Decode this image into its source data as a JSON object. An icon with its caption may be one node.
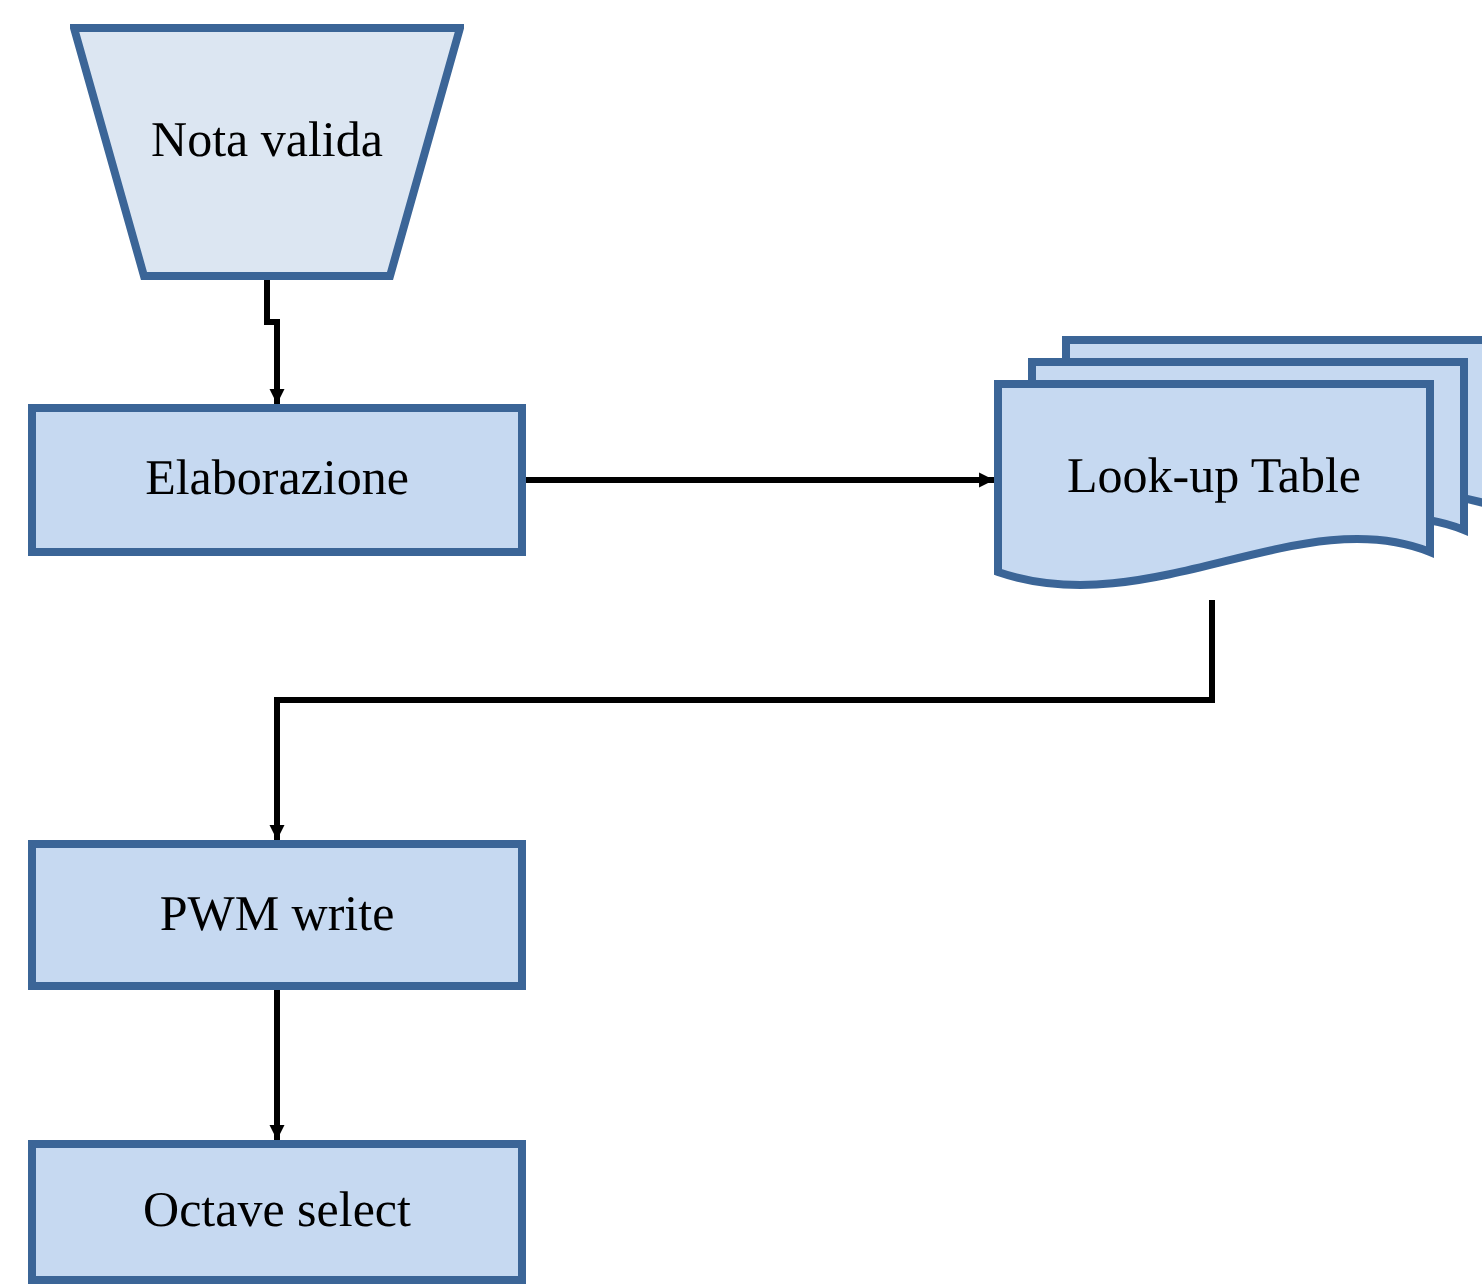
{
  "diagram": {
    "nodes": [
      {
        "text": [
          "Nota valida"
        ]
      },
      {
        "text": [
          "Elaborazione"
        ]
      },
      {
        "text": [
          "Look-up Table"
        ]
      },
      {
        "text": [
          "PWM write"
        ]
      },
      {
        "text": [
          "Octave select"
        ]
      }
    ],
    "edges": [
      {
        "from": 0,
        "to": 1,
        "arrow": "to"
      },
      {
        "from": 1,
        "to": 2,
        "arrow": "to"
      },
      {
        "from": 2,
        "to": 3,
        "arrow": "to"
      },
      {
        "from": 3,
        "to": 4,
        "arrow": "to"
      }
    ]
  }
}
